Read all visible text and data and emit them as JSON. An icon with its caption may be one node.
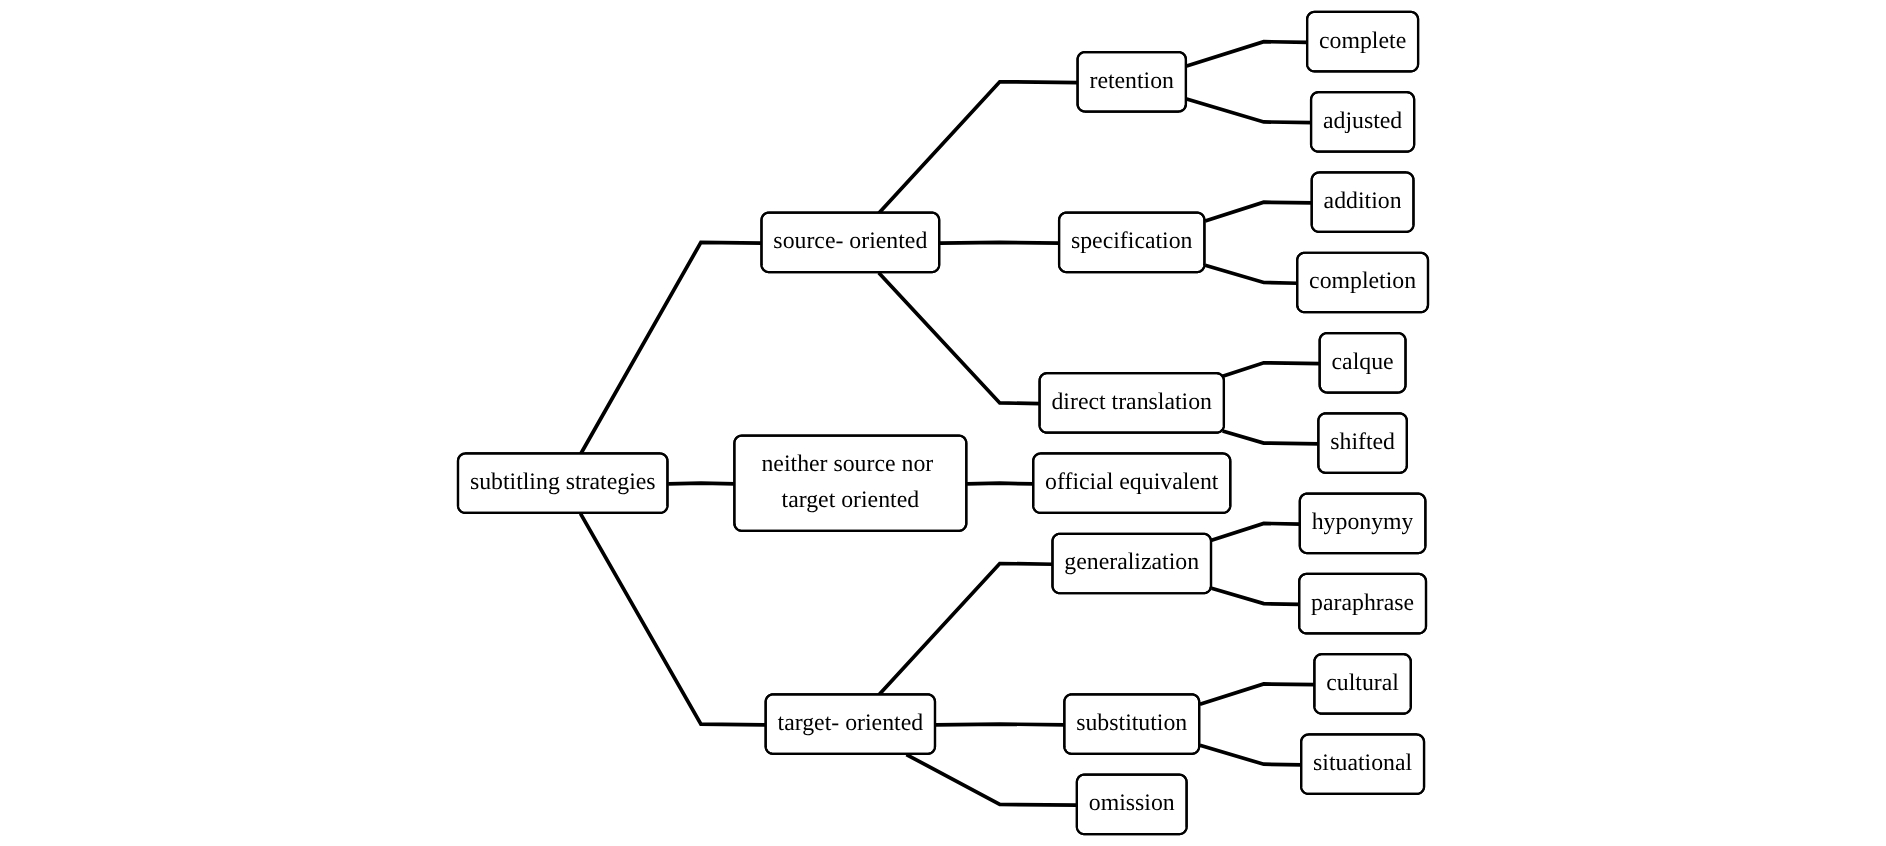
{
  "diagram": {
    "nodes": [
      {
        "text": [
          "subtitling strategies"
        ]
      },
      {
        "text": [
          "source- oriented"
        ]
      },
      {
        "text": [
          "neither source nor target oriented"
        ]
      },
      {
        "text": [
          "target- oriented"
        ]
      },
      {
        "text": [
          "retention"
        ]
      },
      {
        "text": [
          "complete"
        ]
      },
      {
        "text": [
          "adjusted"
        ]
      },
      {
        "text": [
          "specification"
        ]
      },
      {
        "text": [
          "addition"
        ]
      },
      {
        "text": [
          "completion"
        ]
      },
      {
        "text": [
          "direct translation"
        ]
      },
      {
        "text": [
          "calque"
        ]
      },
      {
        "text": [
          "shifted"
        ]
      },
      {
        "text": [
          "official equivalent"
        ]
      },
      {
        "text": [
          "generalization"
        ]
      },
      {
        "text": [
          "hyponymy"
        ]
      },
      {
        "text": [
          "paraphrase"
        ]
      },
      {
        "text": [
          "substitution"
        ]
      },
      {
        "text": [
          "cultural"
        ]
      },
      {
        "text": [
          "situational"
        ]
      },
      {
        "text": [
          "omission"
        ]
      }
    ],
    "edges": [
      {
        "from": 0,
        "to": 1,
        "arrow": "none"
      },
      {
        "from": 0,
        "to": 2,
        "arrow": "none"
      },
      {
        "from": 0,
        "to": 3,
        "arrow": "none"
      },
      {
        "from": 1,
        "to": 4,
        "arrow": "none"
      },
      {
        "from": 1,
        "to": 7,
        "arrow": "none"
      },
      {
        "from": 1,
        "to": 10,
        "arrow": "none"
      },
      {
        "from": 4,
        "to": 5,
        "arrow": "none"
      },
      {
        "from": 4,
        "to": 6,
        "arrow": "none"
      },
      {
        "from": 7,
        "to": 8,
        "arrow": "none"
      },
      {
        "from": 7,
        "to": 9,
        "arrow": "none"
      },
      {
        "from": 10,
        "to": 11,
        "arrow": "none"
      },
      {
        "from": 10,
        "to": 12,
        "arrow": "none"
      },
      {
        "from": 2,
        "to": 13,
        "arrow": "none"
      },
      {
        "from": 3,
        "to": 14,
        "arrow": "none"
      },
      {
        "from": 3,
        "to": 17,
        "arrow": "none"
      },
      {
        "from": 3,
        "to": 20,
        "arrow": "none"
      },
      {
        "from": 14,
        "to": 15,
        "arrow": "none"
      },
      {
        "from": 14,
        "to": 16,
        "arrow": "none"
      },
      {
        "from": 17,
        "to": 18,
        "arrow": "none"
      },
      {
        "from": 17,
        "to": 19,
        "arrow": "none"
      }
    ]
  }
}
